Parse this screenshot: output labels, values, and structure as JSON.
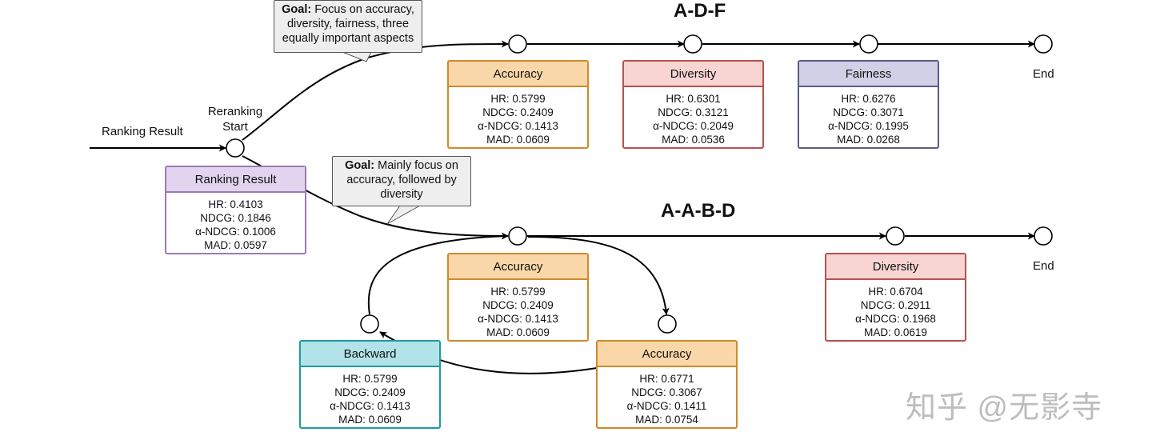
{
  "titles": {
    "top": "A-D-F",
    "bottom": "A-A-B-D"
  },
  "labels": {
    "ranking_result_input": "Ranking Result",
    "reranking_start_line1": "Reranking",
    "reranking_start_line2": "Start",
    "end_top": "End",
    "end_bottom": "End"
  },
  "callouts": {
    "top": {
      "goal": "Goal:",
      "text_line1": " Focus on accuracy,",
      "text_line2": "diversity, fairness, three",
      "text_line3": "equally important aspects"
    },
    "bottom": {
      "goal": "Goal:",
      "text_line1": " Mainly focus on",
      "text_line2": "accuracy, followed by",
      "text_line3": "diversity"
    }
  },
  "boxes": {
    "ranking": {
      "title": "Ranking Result",
      "hr": "HR: 0.4103",
      "ndcg": "NDCG: 0.1846",
      "andcg": "α-NDCG: 0.1006",
      "mad": "MAD: 0.0597",
      "color": "#9c79b4"
    },
    "top_accuracy": {
      "title": "Accuracy",
      "hr": "HR: 0.5799",
      "ndcg": "NDCG: 0.2409",
      "andcg": "α-NDCG: 0.1413",
      "mad": "MAD: 0.0609",
      "color": "#d08a2a"
    },
    "top_diversity": {
      "title": "Diversity",
      "hr": "HR: 0.6301",
      "ndcg": "NDCG: 0.3121",
      "andcg": "α-NDCG: 0.2049",
      "mad": "MAD: 0.0536",
      "color": "#b9514c"
    },
    "top_fairness": {
      "title": "Fairness",
      "hr": "HR: 0.6276",
      "ndcg": "NDCG: 0.3071",
      "andcg": "α-NDCG: 0.1995",
      "mad": "MAD: 0.0268",
      "color": "#5a5c88"
    },
    "bottom_accuracy1": {
      "title": "Accuracy",
      "hr": "HR: 0.5799",
      "ndcg": "NDCG: 0.2409",
      "andcg": "α-NDCG: 0.1413",
      "mad": "MAD: 0.0609",
      "color": "#d08a2a"
    },
    "bottom_accuracy2": {
      "title": "Accuracy",
      "hr": "HR: 0.6771",
      "ndcg": "NDCG: 0.3067",
      "andcg": "α-NDCG: 0.1411",
      "mad": "MAD: 0.0754",
      "color": "#d08a2a"
    },
    "bottom_backward": {
      "title": "Backward",
      "hr": "HR: 0.5799",
      "ndcg": "NDCG: 0.2409",
      "andcg": "α-NDCG: 0.1413",
      "mad": "MAD: 0.0609",
      "color": "#1f9aa5"
    },
    "bottom_diversity": {
      "title": "Diversity",
      "hr": "HR: 0.6704",
      "ndcg": "NDCG: 0.2911",
      "andcg": "α-NDCG: 0.1968",
      "mad": "MAD: 0.0619",
      "color": "#b9514c"
    }
  },
  "watermark": "知乎 @无影寺"
}
